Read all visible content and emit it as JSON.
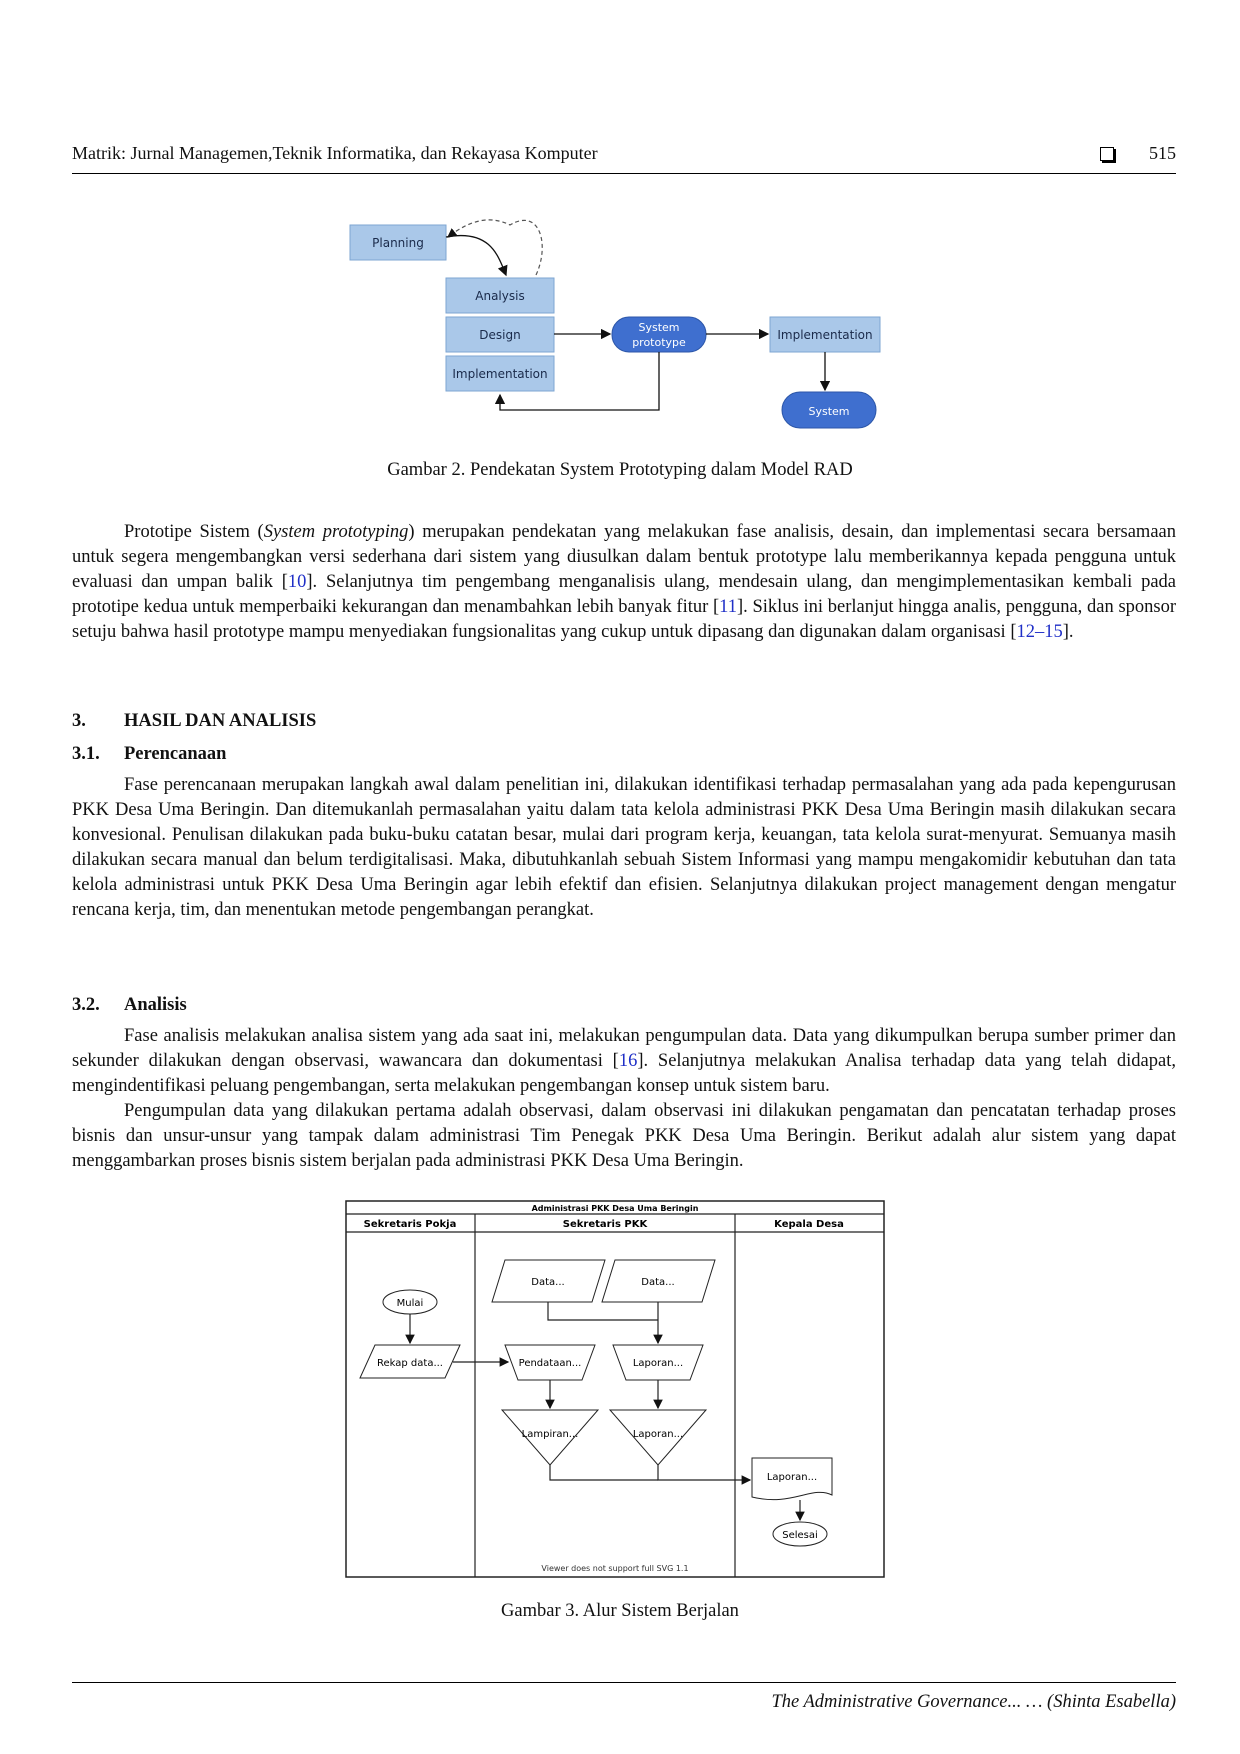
{
  "header": {
    "journal": "Matrik: Jurnal Managemen,Teknik Informatika, dan Rekayasa Komputer",
    "page": "515"
  },
  "figure2": {
    "planning": "Planning",
    "analysis": "Analysis",
    "design": "Design",
    "implementation_left": "Implementation",
    "prototype_line1": "System",
    "prototype_line2": "prototype",
    "implementation_right": "Implementation",
    "system": "System",
    "caption": "Gambar 2. Pendekatan System Prototyping dalam Model RAD"
  },
  "para1": {
    "a": "Prototipe Sistem (",
    "b": "System prototyping",
    "c": ") merupakan pendekatan yang melakukan fase analisis, desain, dan implementasi secara bersamaan untuk segera mengembangkan versi sederhana dari sistem yang diusulkan dalam bentuk prototype lalu memberikannya kepada pengguna untuk evaluasi dan umpan balik [",
    "cite1": "10",
    "d": "]. Selanjutnya tim pengembang menganalisis ulang, mendesain ulang, dan mengimplementasikan kembali pada prototipe kedua untuk memperbaiki kekurangan dan menambahkan lebih banyak fitur [",
    "cite2": "11",
    "e": "]. Siklus ini berlanjut hingga analis, pengguna, dan sponsor setuju bahwa hasil prototype mampu menyediakan fungsionalitas yang cukup untuk dipasang dan digunakan dalam organisasi [",
    "cite3": "12–15",
    "f": "]."
  },
  "section3": {
    "num": "3.",
    "title": "HASIL DAN ANALISIS"
  },
  "section31": {
    "num": "3.1.",
    "title": "Perencanaan",
    "text": "Fase perencanaan merupakan langkah awal dalam penelitian ini, dilakukan identifikasi terhadap permasalahan yang ada pada kepengurusan PKK Desa Uma Beringin. Dan ditemukanlah permasalahan yaitu dalam tata kelola administrasi PKK Desa Uma Beringin masih dilakukan secara konvesional. Penulisan dilakukan pada buku-buku catatan besar, mulai dari program kerja, keuangan, tata kelola surat-menyurat. Semuanya masih dilakukan secara manual dan belum terdigitalisasi. Maka, dibutuhkanlah sebuah Sistem Informasi yang mampu mengakomidir kebutuhan dan tata kelola administrasi untuk PKK Desa Uma Beringin agar lebih efektif dan efisien. Selanjutnya dilakukan project management dengan mengatur rencana kerja, tim, dan menentukan metode pengembangan perangkat."
  },
  "section32": {
    "num": "3.2.",
    "title": "Analisis",
    "p1a": "Fase analisis melakukan analisa sistem yang ada saat ini, melakukan pengumpulan data. Data yang dikumpulkan berupa sumber primer dan sekunder dilakukan dengan observasi, wawancara dan dokumentasi [",
    "p1cite": "16",
    "p1b": "]. Selanjutnya melakukan Analisa terhadap data yang telah didapat, mengindentifikasi peluang pengembangan, serta melakukan pengembangan konsep untuk sistem baru.",
    "p2": "Pengumpulan data yang dilakukan pertama adalah observasi, dalam observasi ini dilakukan pengamatan dan pencatatan terhadap proses bisnis dan unsur-unsur yang tampak dalam administrasi Tim Penegak PKK Desa Uma Beringin. Berikut adalah alur sistem yang dapat menggambarkan proses bisnis sistem berjalan pada administrasi PKK Desa Uma Beringin."
  },
  "figure3": {
    "title": "Administrasi PKK Desa Uma Beringin",
    "lane1": "Sekretaris Pokja",
    "lane2": "Sekretaris PKK",
    "lane3": "Kepala Desa",
    "mulai": "Mulai",
    "rekap": "Rekap data...",
    "data1": "Data...",
    "data2": "Data...",
    "pendataan": "Pendataan...",
    "laporan_trap": "Laporan...",
    "lampiran": "Lampiran...",
    "laporan_tri": "Laporan...",
    "laporan_doc": "Laporan...",
    "selesai": "Selesai",
    "viewer_note": "Viewer does not support full SVG 1.1",
    "caption": "Gambar 3. Alur Sistem Berjalan"
  },
  "footer": {
    "text": "The Administrative Governance... … (Shinta Esabella)"
  }
}
